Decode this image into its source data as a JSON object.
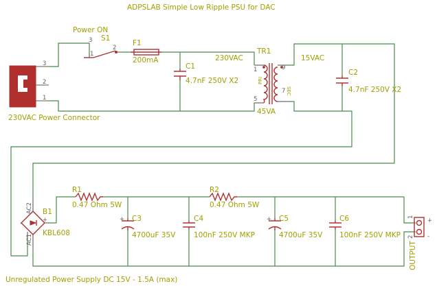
{
  "title": "ADPSLAB Simple Low Ripple PSU for DAC",
  "footer": "Unregulated Power Supply DC 15V - 1.5A (max)",
  "connector": {
    "label": "230VAC Power Connector",
    "pins": [
      "3",
      "2",
      "1"
    ]
  },
  "switch": {
    "name": "S1",
    "value": "Power ON",
    "pins": [
      "3",
      "1",
      "2"
    ]
  },
  "fuse": {
    "name": "F1",
    "value": "200mA"
  },
  "c1": {
    "name": "C1",
    "value": "4.7nF 250V X2"
  },
  "c2": {
    "name": "C2",
    "value": "4.7nF 250V X2"
  },
  "transformer": {
    "name": "TR1",
    "primary_voltage": "230VAC",
    "secondary_voltage": "15VAC",
    "rating": "45VA",
    "pri": "PRI",
    "sec": "SEC",
    "pins": {
      "p1": "1",
      "p5": "5",
      "p9": "9",
      "p7": "7"
    }
  },
  "bridge": {
    "name": "B1",
    "value": "KBL608",
    "ac1": "AC1",
    "ac2": "AC2",
    "plus": "+",
    "minus": "-"
  },
  "r1": {
    "name": "R1",
    "value": "0.47 Ohm 5W"
  },
  "r2": {
    "name": "R2",
    "value": "0.47 Ohm 5W"
  },
  "c3": {
    "name": "C3",
    "value": "4700uF 35V"
  },
  "c4": {
    "name": "C4",
    "value": "100nF 250V MKP"
  },
  "c5": {
    "name": "C5",
    "value": "4700uF 35V"
  },
  "c6": {
    "name": "C6",
    "value": "100nF 250V MKP"
  },
  "output": {
    "label": "OUTPUT",
    "pin1": "1",
    "pin2": "2",
    "plus": "+",
    "minus": "-"
  },
  "plus_sign": "+"
}
